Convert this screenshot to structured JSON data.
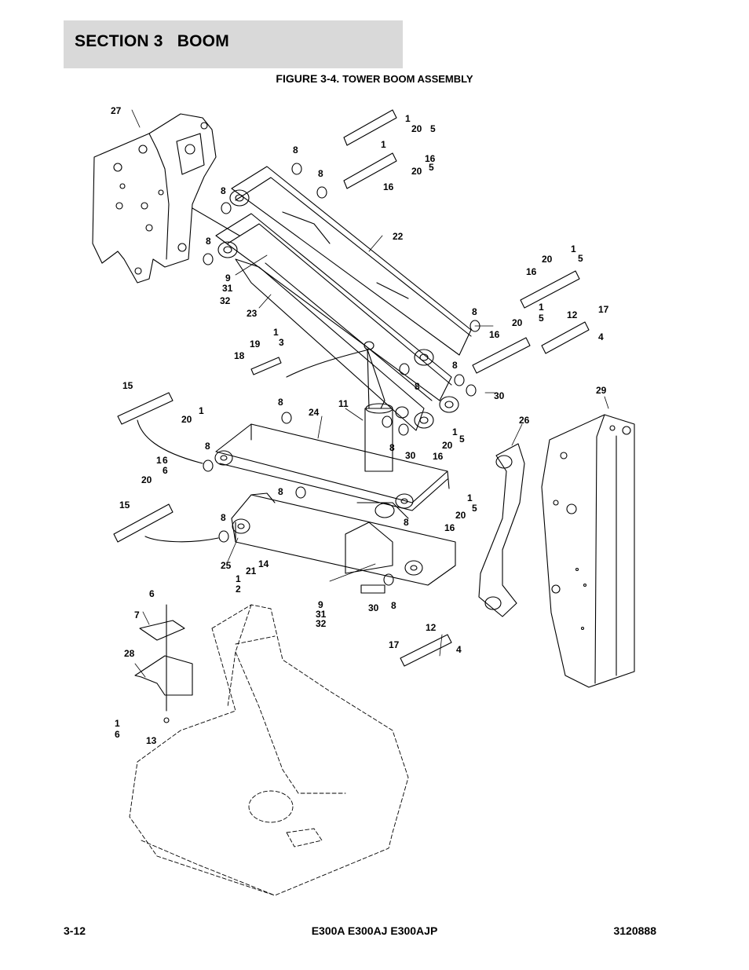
{
  "header": {
    "section": "SECTION 3   BOOM"
  },
  "figure": {
    "number": "FIGURE 3-4.",
    "title": "TOWER BOOM ASSEMBLY"
  },
  "callouts": [
    "27",
    "1",
    "5",
    "20",
    "8",
    "16",
    "1",
    "20",
    "5",
    "8",
    "16",
    "8",
    "22",
    "8",
    "1",
    "20",
    "5",
    "9",
    "16",
    "31",
    "32",
    "23",
    "8",
    "1",
    "20",
    "12",
    "17",
    "5",
    "1",
    "16",
    "4",
    "19",
    "3",
    "18",
    "8",
    "8",
    "30",
    "15",
    "29",
    "8",
    "24",
    "11",
    "1",
    "6",
    "20",
    "8",
    "26",
    "30",
    "1",
    "16",
    "20",
    "5",
    "8",
    "1",
    "6",
    "20",
    "8",
    "15",
    "1",
    "8",
    "5",
    "16",
    "20",
    "8",
    "25",
    "14",
    "21",
    "1",
    "2",
    "9",
    "6",
    "31",
    "30",
    "8",
    "32",
    "7",
    "12",
    "17",
    "4",
    "28",
    "1",
    "6",
    "13"
  ],
  "footer": {
    "page": "3-12",
    "models": "E300A E300AJ E300AJP",
    "doc_number": "3120888"
  }
}
